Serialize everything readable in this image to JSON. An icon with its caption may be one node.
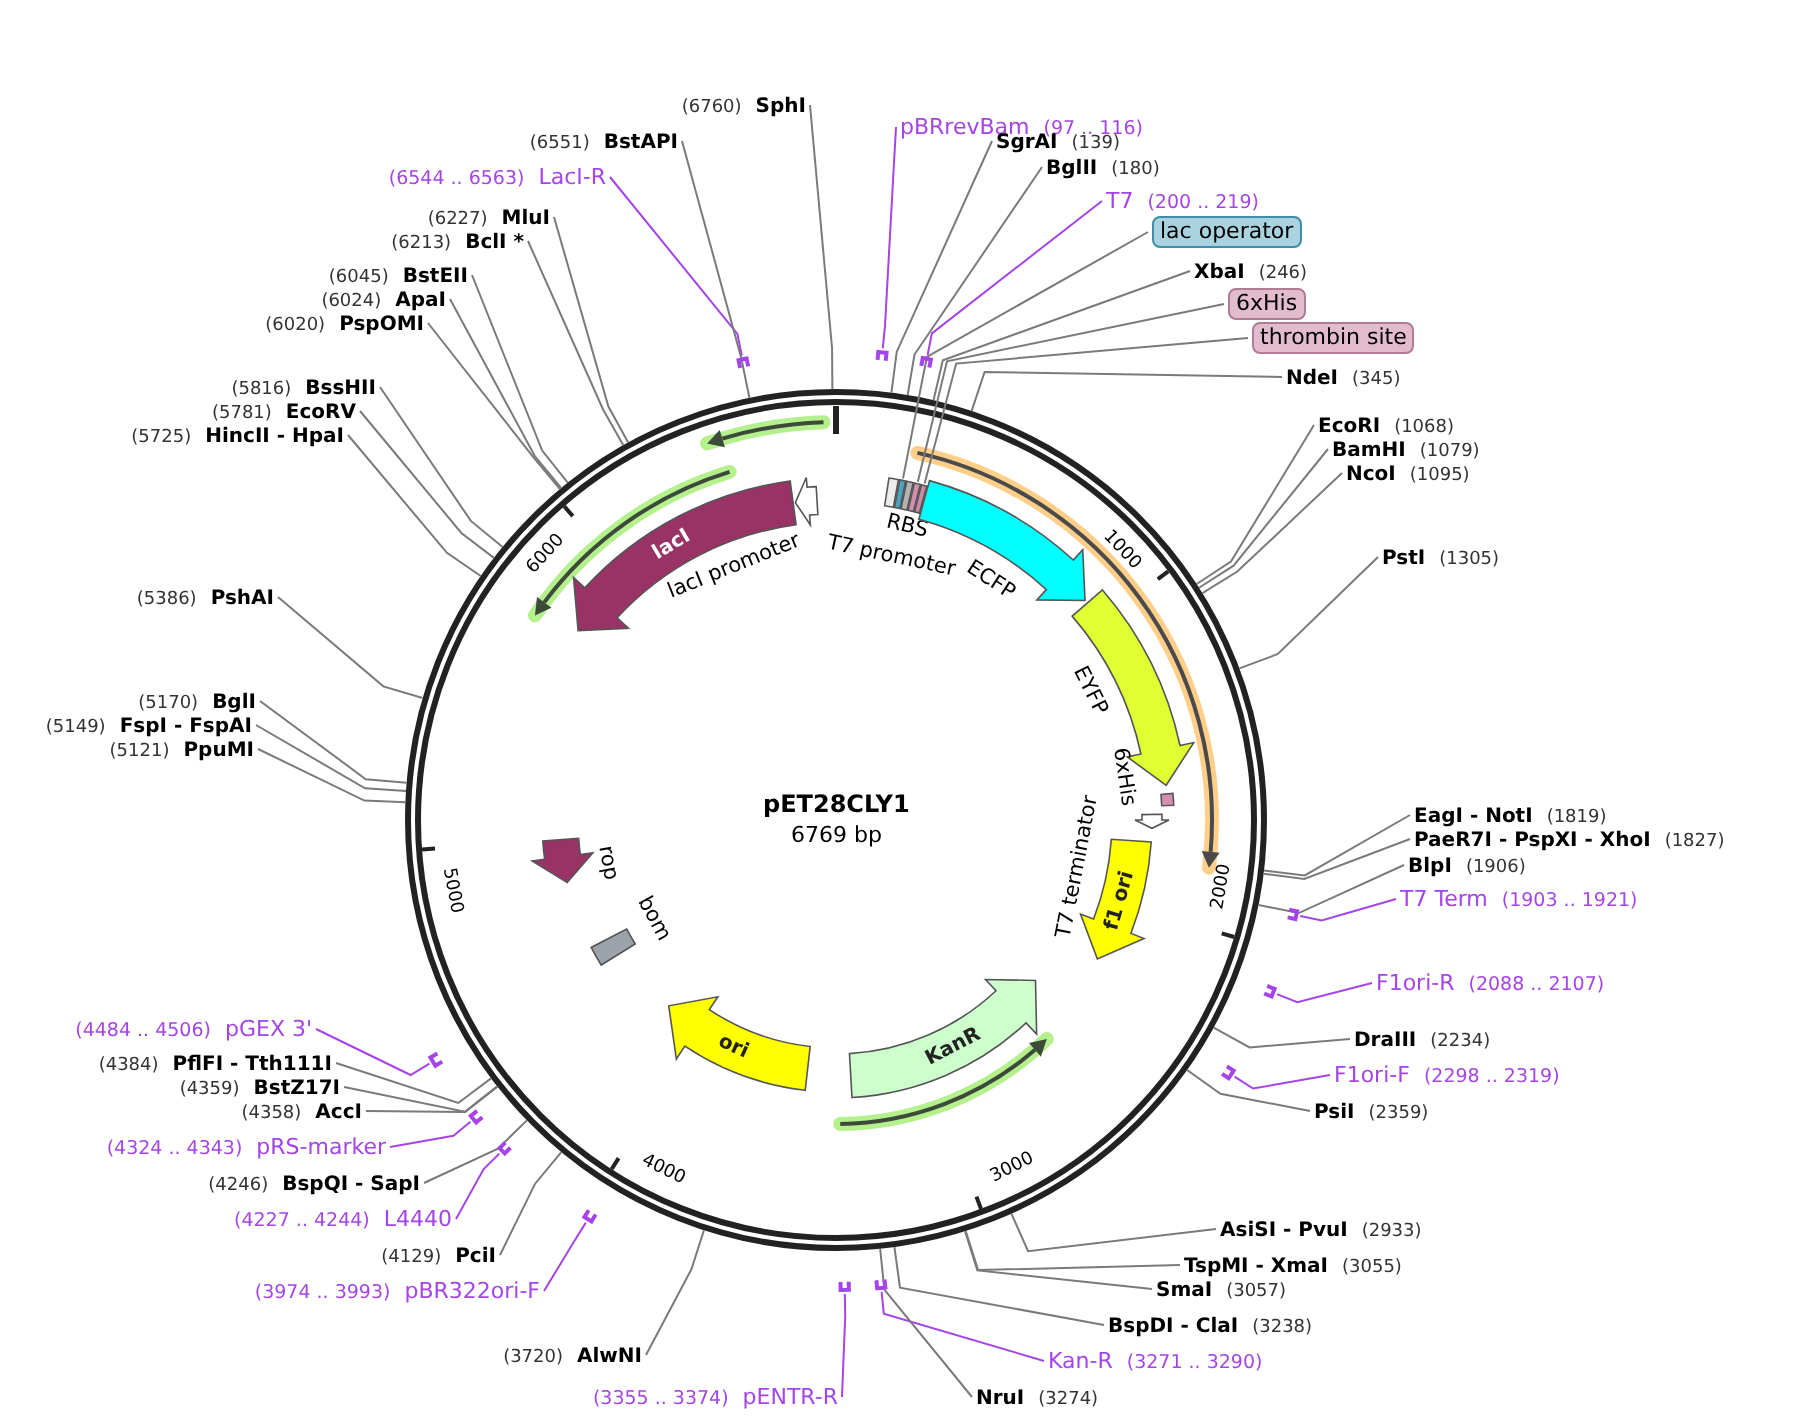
{
  "diagram": {
    "nodes": [
      {
        "text": [
          "pBRrevBam",
          "(97 .. 116)"
        ]
      },
      {
        "text": [
          "SgrAI",
          "(139)"
        ]
      },
      {
        "text": [
          "BglII",
          "(180)"
        ]
      },
      {
        "text": [
          "T7",
          "(200 .. 219)"
        ]
      },
      {
        "text": [
          "lac operator"
        ]
      },
      {
        "text": [
          "XbaI",
          "(246)"
        ]
      },
      {
        "text": [
          "6xHis"
        ]
      },
      {
        "text": [
          "thrombin site"
        ]
      },
      {
        "text": [
          "NdeI",
          "(345)"
        ]
      },
      {
        "text": [
          "EcoRI",
          "(1068)"
        ]
      },
      {
        "text": [
          "BamHI",
          "(1079)"
        ]
      },
      {
        "text": [
          "NcoI",
          "(1095)"
        ]
      },
      {
        "text": [
          "PstI",
          "(1305)"
        ]
      },
      {
        "text": [
          "EagI - NotI",
          "(1819)"
        ]
      },
      {
        "text": [
          "PaeR7I - PspXI - XhoI",
          "(1827)"
        ]
      },
      {
        "text": [
          "BlpI",
          "(1906)"
        ]
      },
      {
        "text": [
          "T7 Term",
          "(1903 .. 1921)"
        ]
      },
      {
        "text": [
          "F1ori-R",
          "(2088 .. 2107)"
        ]
      },
      {
        "text": [
          "DraIII",
          "(2234)"
        ]
      },
      {
        "text": [
          "F1ori-F",
          "(2298 .. 2319)"
        ]
      },
      {
        "text": [
          "PsiI",
          "(2359)"
        ]
      },
      {
        "text": [
          "AsiSI - PvuI",
          "(2933)"
        ]
      },
      {
        "text": [
          "TspMI - XmaI",
          "(3055)"
        ]
      },
      {
        "text": [
          "SmaI",
          "(3057)"
        ]
      },
      {
        "text": [
          "BspDI - ClaI",
          "(3238)"
        ]
      },
      {
        "text": [
          "Kan-R",
          "(3271 .. 3290)"
        ]
      },
      {
        "text": [
          "NruI",
          "(3274)"
        ]
      },
      {
        "text": [
          "(3355 .. 3374)",
          "pENTR-R"
        ]
      },
      {
        "text": [
          "(3720)",
          "AlwNI"
        ]
      },
      {
        "text": [
          "(3974 .. 3993)",
          "pBR322ori-F"
        ]
      },
      {
        "text": [
          "(4129)",
          "PciI"
        ]
      },
      {
        "text": [
          "(4227 .. 4244)",
          "L4440"
        ]
      },
      {
        "text": [
          "(4246)",
          "BspQI - SapI"
        ]
      },
      {
        "text": [
          "(4324 .. 4343)",
          "pRS-marker"
        ]
      },
      {
        "text": [
          "(4358)",
          "AccI"
        ]
      },
      {
        "text": [
          "(4359)",
          "BstZ17I"
        ]
      },
      {
        "text": [
          "(4384)",
          "PflFI - Tth111I"
        ]
      },
      {
        "text": [
          "(4484 .. 4506)",
          "pGEX 3'"
        ]
      },
      {
        "text": [
          "(5121)",
          "PpuMI"
        ]
      },
      {
        "text": [
          "(5149)",
          "FspI - FspAI"
        ]
      },
      {
        "text": [
          "(5170)",
          "BglI"
        ]
      },
      {
        "text": [
          "(5386)",
          "PshAI"
        ]
      },
      {
        "text": [
          "(5725)",
          "HincII - HpaI"
        ]
      },
      {
        "text": [
          "(5781)",
          "EcoRV"
        ]
      },
      {
        "text": [
          "(5816)",
          "BssHII"
        ]
      },
      {
        "text": [
          "(6020)",
          "PspOMI"
        ]
      },
      {
        "text": [
          "(6024)",
          "ApaI"
        ]
      },
      {
        "text": [
          "(6045)",
          "BstEII"
        ]
      },
      {
        "text": [
          "(6213)",
          "BclI *"
        ]
      },
      {
        "text": [
          "(6227)",
          "MluI"
        ]
      },
      {
        "text": [
          "(6544 .. 6563)",
          "LacI-R"
        ]
      },
      {
        "text": [
          "(6551)",
          "BstAPI"
        ]
      },
      {
        "text": [
          "(6760)",
          "SphI"
        ]
      },
      {
        "text": [
          "lacI"
        ]
      },
      {
        "text": [
          "lacI promoter"
        ]
      },
      {
        "text": [
          "T7 promoter"
        ]
      },
      {
        "text": [],
        "shape": "box"
      },
      {
        "text": [
          "RBS"
        ]
      },
      {
        "text": [],
        "shape": "box"
      },
      {
        "text": [],
        "shape": "box"
      },
      {
        "text": [
          "ECFP"
        ]
      },
      {
        "text": [
          "EYFP"
        ]
      },
      {
        "text": [
          "6xHis"
        ]
      },
      {
        "text": [
          "T7 terminator"
        ]
      },
      {
        "text": [
          "f1 ori"
        ]
      },
      {
        "text": [
          "KanR"
        ]
      },
      {
        "text": [
          "ori"
        ]
      },
      {
        "text": [
          "bom"
        ]
      },
      {
        "text": [
          "rop"
        ]
      },
      {
        "text": [],
        "shape": "bar"
      },
      {
        "text": [],
        "shape": "bar"
      },
      {
        "text": [],
        "shape": "bar"
      },
      {
        "text": [],
        "shape": "bar"
      },
      {
        "text": [],
        "shape": "bar"
      },
      {
        "text": [],
        "shape": "bar"
      },
      {
        "text": [],
        "shape": "bar"
      },
      {
        "text": [],
        "shape": "bar"
      },
      {
        "text": [],
        "shape": "bar"
      },
      {
        "text": [],
        "shape": "bar"
      },
      {
        "text": [],
        "shape": "bar"
      },
      {
        "text": [],
        "shape": "bar"
      }
    ],
    "edges": [
      {
        "from": 0,
        "to": 69,
        "arrow": "none",
        "color": "#a544e8"
      },
      {
        "from": 1,
        "to": null,
        "arrow": "none"
      },
      {
        "from": 2,
        "to": null,
        "arrow": "none"
      },
      {
        "from": 3,
        "to": 70,
        "arrow": "none",
        "color": "#a544e8"
      },
      {
        "from": 4,
        "to": 56,
        "arrow": "none"
      },
      {
        "from": 5,
        "to": null,
        "arrow": "none"
      },
      {
        "from": 6,
        "to": 58,
        "arrow": "none"
      },
      {
        "from": 7,
        "to": 59,
        "arrow": "none"
      },
      {
        "from": 8,
        "to": null,
        "arrow": "none"
      },
      {
        "from": 9,
        "to": null,
        "arrow": "none"
      },
      {
        "from": 10,
        "to": null,
        "arrow": "none"
      },
      {
        "from": 11,
        "to": null,
        "arrow": "none"
      },
      {
        "from": 12,
        "to": null,
        "arrow": "none"
      },
      {
        "from": 13,
        "to": null,
        "arrow": "none"
      },
      {
        "from": 14,
        "to": null,
        "arrow": "none"
      },
      {
        "from": 15,
        "to": null,
        "arrow": "none"
      },
      {
        "from": 16,
        "to": 71,
        "arrow": "none",
        "color": "#a544e8"
      },
      {
        "from": 17,
        "to": 72,
        "arrow": "none",
        "color": "#a544e8"
      },
      {
        "from": 18,
        "to": null,
        "arrow": "none"
      },
      {
        "from": 19,
        "to": 73,
        "arrow": "none",
        "color": "#a544e8"
      },
      {
        "from": 20,
        "to": null,
        "arrow": "none"
      },
      {
        "from": 21,
        "to": null,
        "arrow": "none"
      },
      {
        "from": 22,
        "to": null,
        "arrow": "none"
      },
      {
        "from": 23,
        "to": null,
        "arrow": "none"
      },
      {
        "from": 24,
        "to": null,
        "arrow": "none"
      },
      {
        "from": 25,
        "to": 74,
        "arrow": "none",
        "color": "#a544e8"
      },
      {
        "from": 26,
        "to": null,
        "arrow": "none"
      },
      {
        "from": 27,
        "to": 75,
        "arrow": "none",
        "color": "#a544e8"
      },
      {
        "from": 28,
        "to": null,
        "arrow": "none"
      },
      {
        "from": 29,
        "to": 76,
        "arrow": "none",
        "color": "#a544e8"
      },
      {
        "from": 30,
        "to": null,
        "arrow": "none"
      },
      {
        "from": 31,
        "to": 77,
        "arrow": "none",
        "color": "#a544e8"
      },
      {
        "from": 32,
        "to": null,
        "arrow": "none"
      },
      {
        "from": 33,
        "to": 78,
        "arrow": "none",
        "color": "#a544e8"
      },
      {
        "from": 34,
        "to": null,
        "arrow": "none"
      },
      {
        "from": 35,
        "to": null,
        "arrow": "none"
      },
      {
        "from": 36,
        "to": null,
        "arrow": "none"
      },
      {
        "from": 37,
        "to": 79,
        "arrow": "none",
        "color": "#a544e8"
      },
      {
        "from": 38,
        "to": null,
        "arrow": "none"
      },
      {
        "from": 39,
        "to": null,
        "arrow": "none"
      },
      {
        "from": 40,
        "to": null,
        "arrow": "none"
      },
      {
        "from": 41,
        "to": null,
        "arrow": "none"
      },
      {
        "from": 42,
        "to": null,
        "arrow": "none"
      },
      {
        "from": 43,
        "to": null,
        "arrow": "none"
      },
      {
        "from": 44,
        "to": null,
        "arrow": "none"
      },
      {
        "from": 45,
        "to": null,
        "arrow": "none"
      },
      {
        "from": 46,
        "to": null,
        "arrow": "none"
      },
      {
        "from": 47,
        "to": null,
        "arrow": "none"
      },
      {
        "from": 48,
        "to": null,
        "arrow": "none"
      },
      {
        "from": 49,
        "to": null,
        "arrow": "none"
      },
      {
        "from": 50,
        "to": 80,
        "arrow": "none",
        "color": "#a544e8"
      },
      {
        "from": 51,
        "to": null,
        "arrow": "none"
      },
      {
        "from": 52,
        "to": null,
        "arrow": "none"
      }
    ],
    "labels": [
      "pET28CLY1",
      "6769 bp",
      "1000",
      "2000",
      "3000",
      "4000",
      "5000",
      "6000"
    ]
  }
}
